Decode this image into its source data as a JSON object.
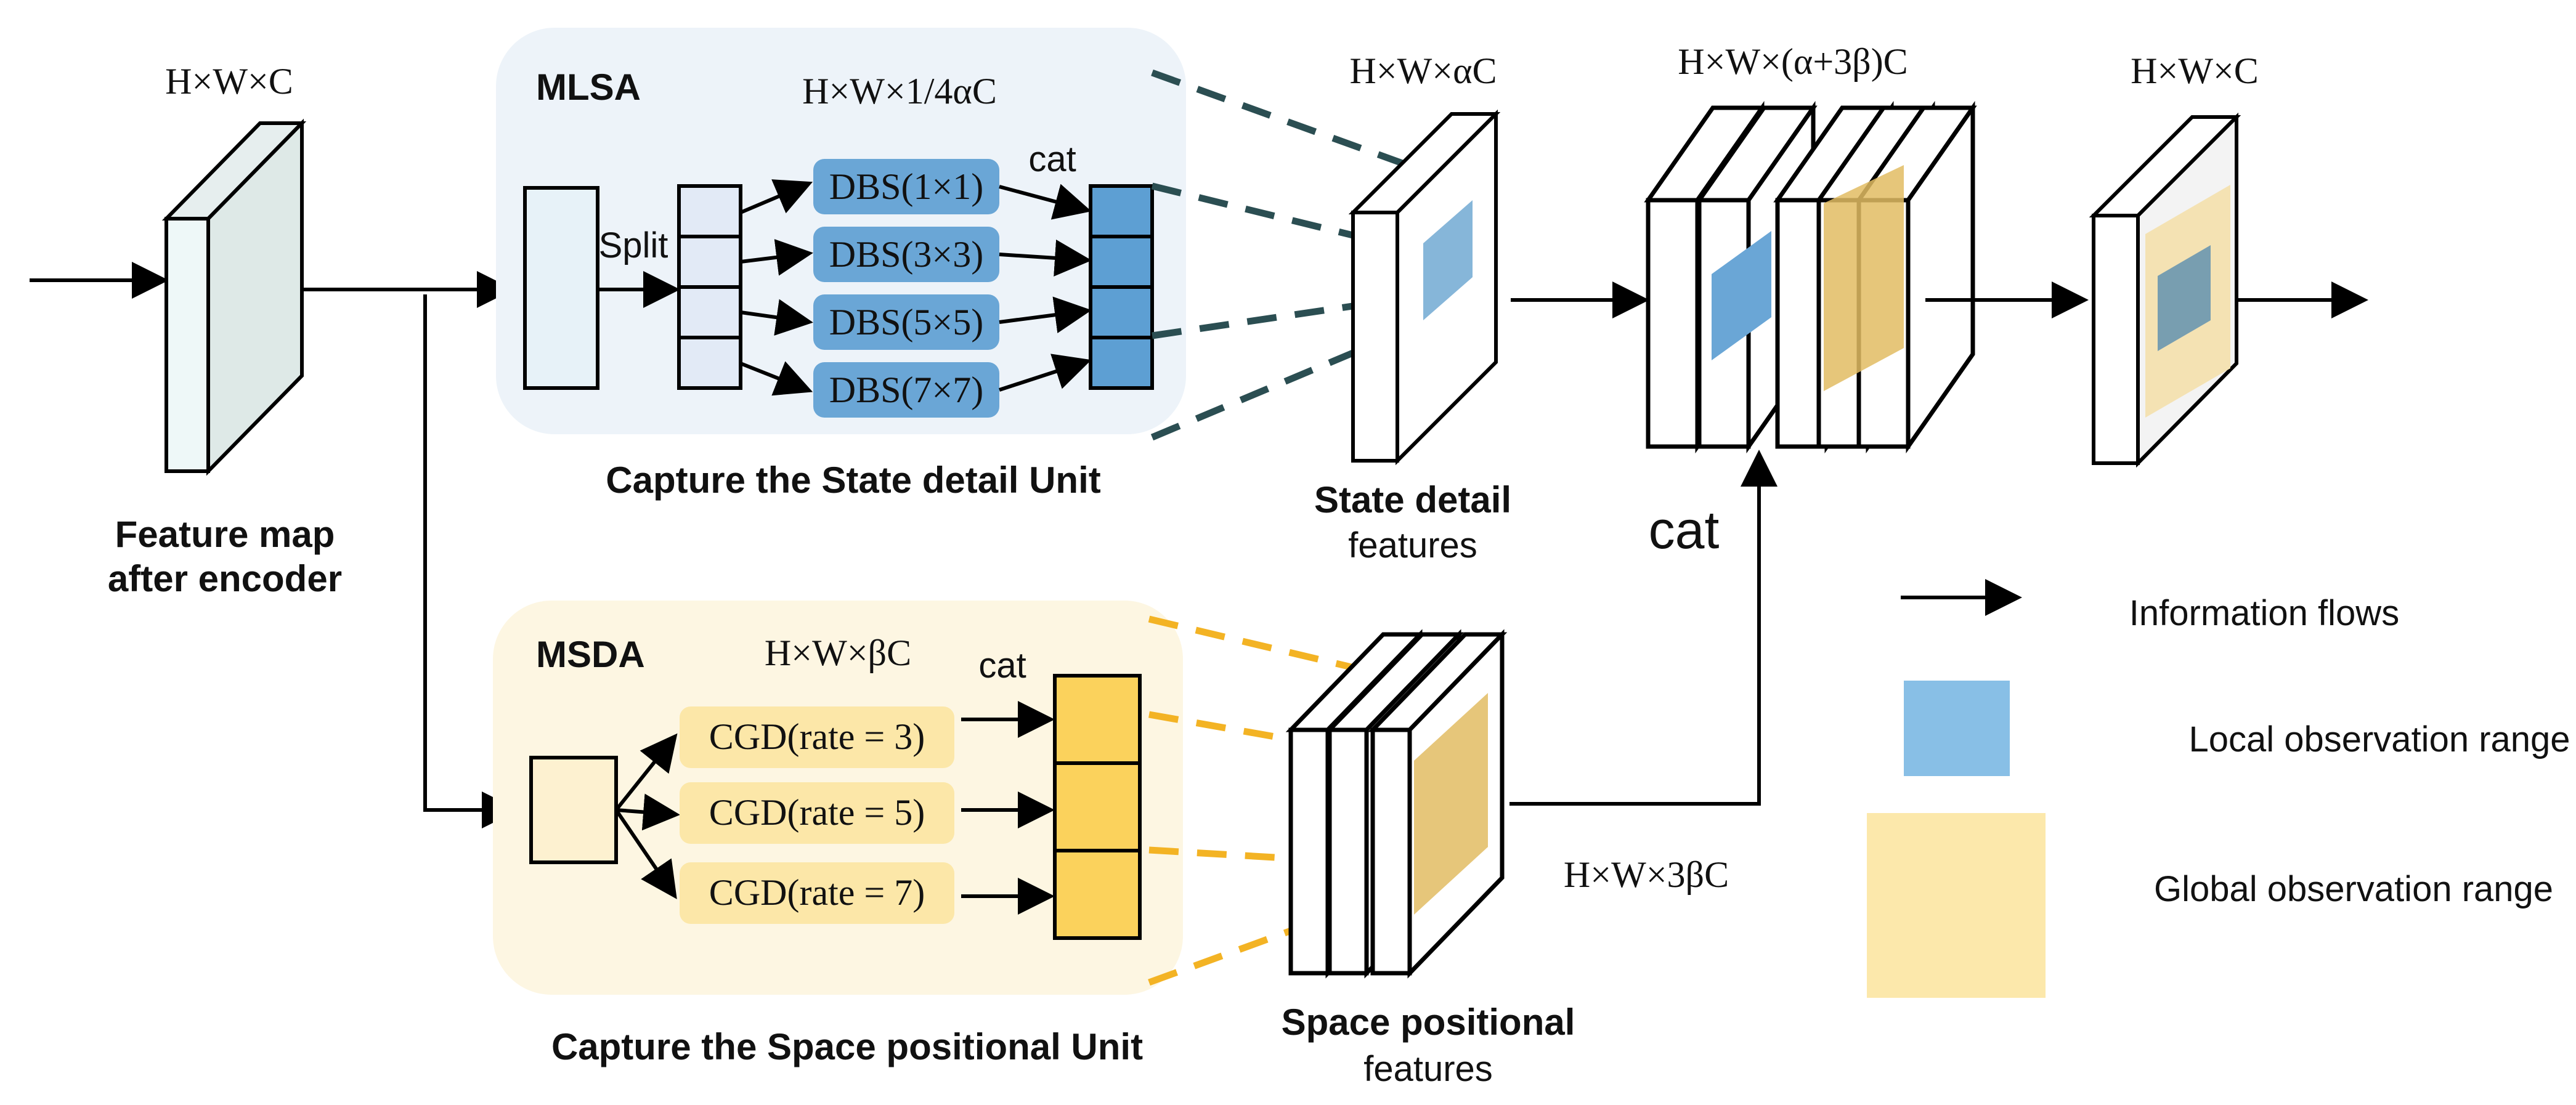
{
  "encoder": {
    "dim": "H×W×C",
    "label_line1": "Feature map",
    "label_line2": "after encoder"
  },
  "mlsa": {
    "title": "MLSA",
    "dim": "H×W×1/4αC",
    "split": "Split",
    "cat": "cat",
    "blocks": [
      "DBS(1×1)",
      "DBS(3×3)",
      "DBS(5×5)",
      "DBS(7×7)"
    ],
    "caption": "Capture the State detail Unit",
    "panel_color": "#edf3f9",
    "block_color": "#6aa6d6"
  },
  "msda": {
    "title": "MSDA",
    "dim": "H×W×βC",
    "cat": "cat",
    "blocks": [
      "CGD(rate = 3)",
      "CGD(rate = 5)",
      "CGD(rate = 7)"
    ],
    "caption": "Capture the Space positional Unit",
    "panel_color": "#fdf6e2",
    "block_color": "#fce7a8"
  },
  "state_features": {
    "dim": "H×W×αC",
    "label_bold": "State detail",
    "label_normal": "features"
  },
  "space_features": {
    "dim": "H×W×3βC",
    "label_bold": "Space positional",
    "label_normal": "features"
  },
  "concat": {
    "dim": "H×W×(α+3β)C",
    "cat": "cat"
  },
  "output": {
    "dim": "H×W×C"
  },
  "legend": {
    "flow": "Information flows",
    "local": "Local observation range",
    "global": "Global observation range",
    "local_color": "#88bfe6",
    "global_color": "#fce8ab"
  }
}
